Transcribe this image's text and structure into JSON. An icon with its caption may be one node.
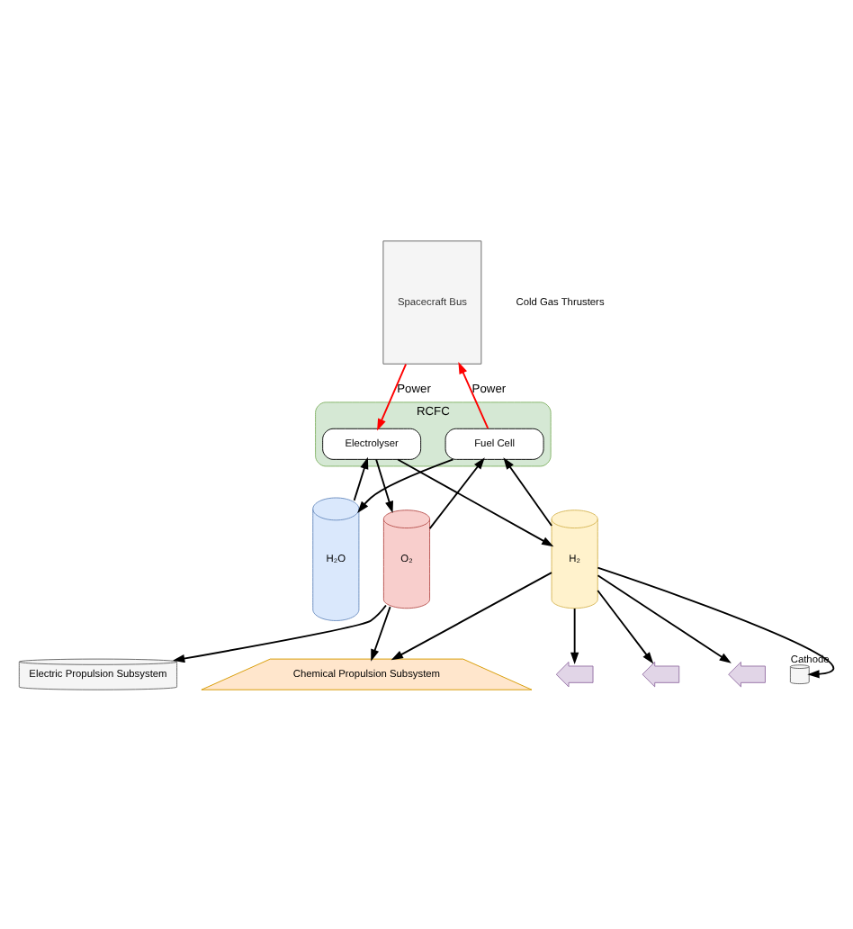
{
  "diagram": {
    "nodes": [
      {
        "text": [
          "Spacecraft Bus"
        ]
      },
      {
        "text": [
          "RCFC"
        ]
      },
      {
        "text": [
          "Fuel Cell"
        ],
        "in": 1
      },
      {
        "text": [
          "Electrolyser"
        ],
        "in": 1
      },
      {
        "text": [
          "H₂O"
        ]
      },
      {
        "text": [
          "H₂"
        ]
      },
      {
        "text": [
          "O₂"
        ]
      },
      {
        "text": [],
        "shape": "thruster"
      },
      {
        "text": [],
        "shape": "thruster"
      },
      {
        "text": [],
        "shape": "thruster"
      },
      {
        "text": [
          "Chemical Propulsion Subsystem"
        ]
      },
      {
        "text": [],
        "shape": "cylinder",
        "beside": [
          "Cathode"
        ]
      },
      {
        "text": [
          "Electric Propulsion Subsystem"
        ]
      }
    ],
    "edges": [
      {
        "from": 2,
        "to": 0,
        "arrow": "to",
        "label": "Power",
        "color": "#ff0000"
      },
      {
        "from": 0,
        "to": 3,
        "arrow": "to",
        "label": "Power",
        "color": "#ff0000"
      },
      {
        "from": 2,
        "to": 4,
        "arrow": "to"
      },
      {
        "from": 4,
        "to": 3,
        "arrow": "to"
      },
      {
        "from": 3,
        "to": 5,
        "arrow": "to"
      },
      {
        "from": 3,
        "to": 6,
        "arrow": "to"
      },
      {
        "from": 5,
        "to": 2,
        "arrow": "to"
      },
      {
        "from": 6,
        "to": 2,
        "arrow": "to"
      },
      {
        "from": 5,
        "to": 7,
        "arrow": "to"
      },
      {
        "from": 5,
        "to": 8,
        "arrow": "to"
      },
      {
        "from": 5,
        "to": 9,
        "arrow": "to"
      },
      {
        "from": 5,
        "to": 10,
        "arrow": "to"
      },
      {
        "from": 5,
        "to": 11,
        "arrow": "to"
      },
      {
        "from": 6,
        "to": 10,
        "arrow": "to"
      },
      {
        "from": 6,
        "to": 12,
        "arrow": "to"
      }
    ],
    "labels": [
      "Cold Gas Thrusters"
    ]
  }
}
